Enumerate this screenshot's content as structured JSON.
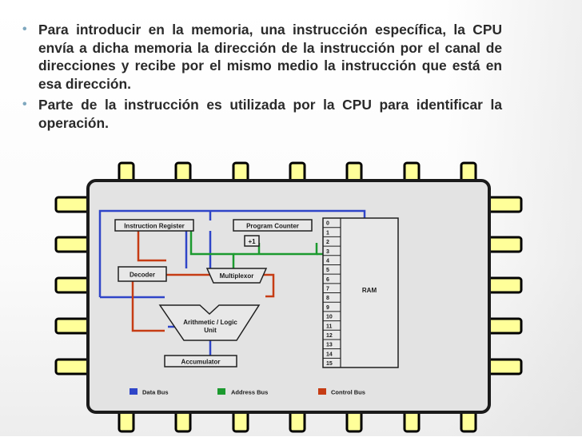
{
  "slide": {
    "bullets": [
      "Para introducir en la memoria, una instrucción específica, la CPU envía a dicha memoria la dirección de la instrucción por el canal de direcciones y recibe por el mismo medio la instrucción que está en esa dirección.",
      "Parte de la instrucción es utilizada por la CPU para identificar la operación."
    ]
  },
  "diagram": {
    "instruction_register": "Instruction Register",
    "program_counter": "Program Counter",
    "plus_one": "+1",
    "decoder": "Decoder",
    "multiplexor": "Multiplexor",
    "alu_line1": "Arithmetic / Logic",
    "alu_line2": "Unit",
    "accumulator": "Accumulator",
    "ram": "RAM",
    "ram_addresses": [
      "0",
      "1",
      "2",
      "3",
      "4",
      "5",
      "6",
      "7",
      "8",
      "9",
      "10",
      "11",
      "12",
      "13",
      "14",
      "15"
    ],
    "legend": [
      "Data Bus",
      "Address Bus",
      "Control Bus"
    ],
    "colors": {
      "chip": "#e3e3e3",
      "chip_border": "#202020",
      "pin": "#ffff99",
      "data_bus": "#2f45c8",
      "address_bus": "#1c9a2f",
      "control_bus": "#c63c14"
    }
  }
}
